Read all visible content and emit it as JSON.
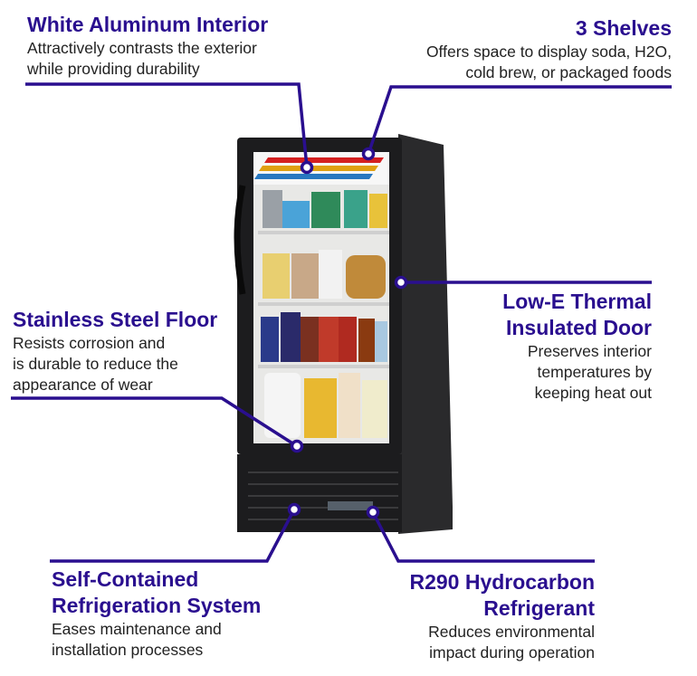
{
  "colors": {
    "accent": "#2a0f8f",
    "text": "#222222",
    "cabinet": "#1c1c1e"
  },
  "callouts": [
    {
      "id": "white-aluminum-interior",
      "title": "White Aluminum Interior",
      "lines": [
        "Attractively contrasts the exterior",
        "while providing durability"
      ]
    },
    {
      "id": "three-shelves",
      "title": "3 Shelves",
      "lines": [
        "Offers space to display soda, H2O,",
        "cold brew, or packaged foods"
      ]
    },
    {
      "id": "stainless-steel-floor",
      "title": "Stainless Steel Floor",
      "lines": [
        "Resists corrosion and",
        "is durable to reduce the",
        "appearance of wear"
      ]
    },
    {
      "id": "low-e-door",
      "title_lines": [
        "Low-E Thermal",
        "Insulated Door"
      ],
      "lines": [
        "Preserves interior",
        "temperatures by",
        "keeping heat out"
      ]
    },
    {
      "id": "self-contained-refrigeration",
      "title_lines": [
        "Self-Contained",
        "Refrigeration System"
      ],
      "lines": [
        "Eases maintenance and",
        "installation processes"
      ]
    },
    {
      "id": "r290-refrigerant",
      "title_lines": [
        "R290 Hydrocarbon",
        "Refrigerant"
      ],
      "lines": [
        "Reduces environmental",
        "impact during operation"
      ]
    }
  ]
}
